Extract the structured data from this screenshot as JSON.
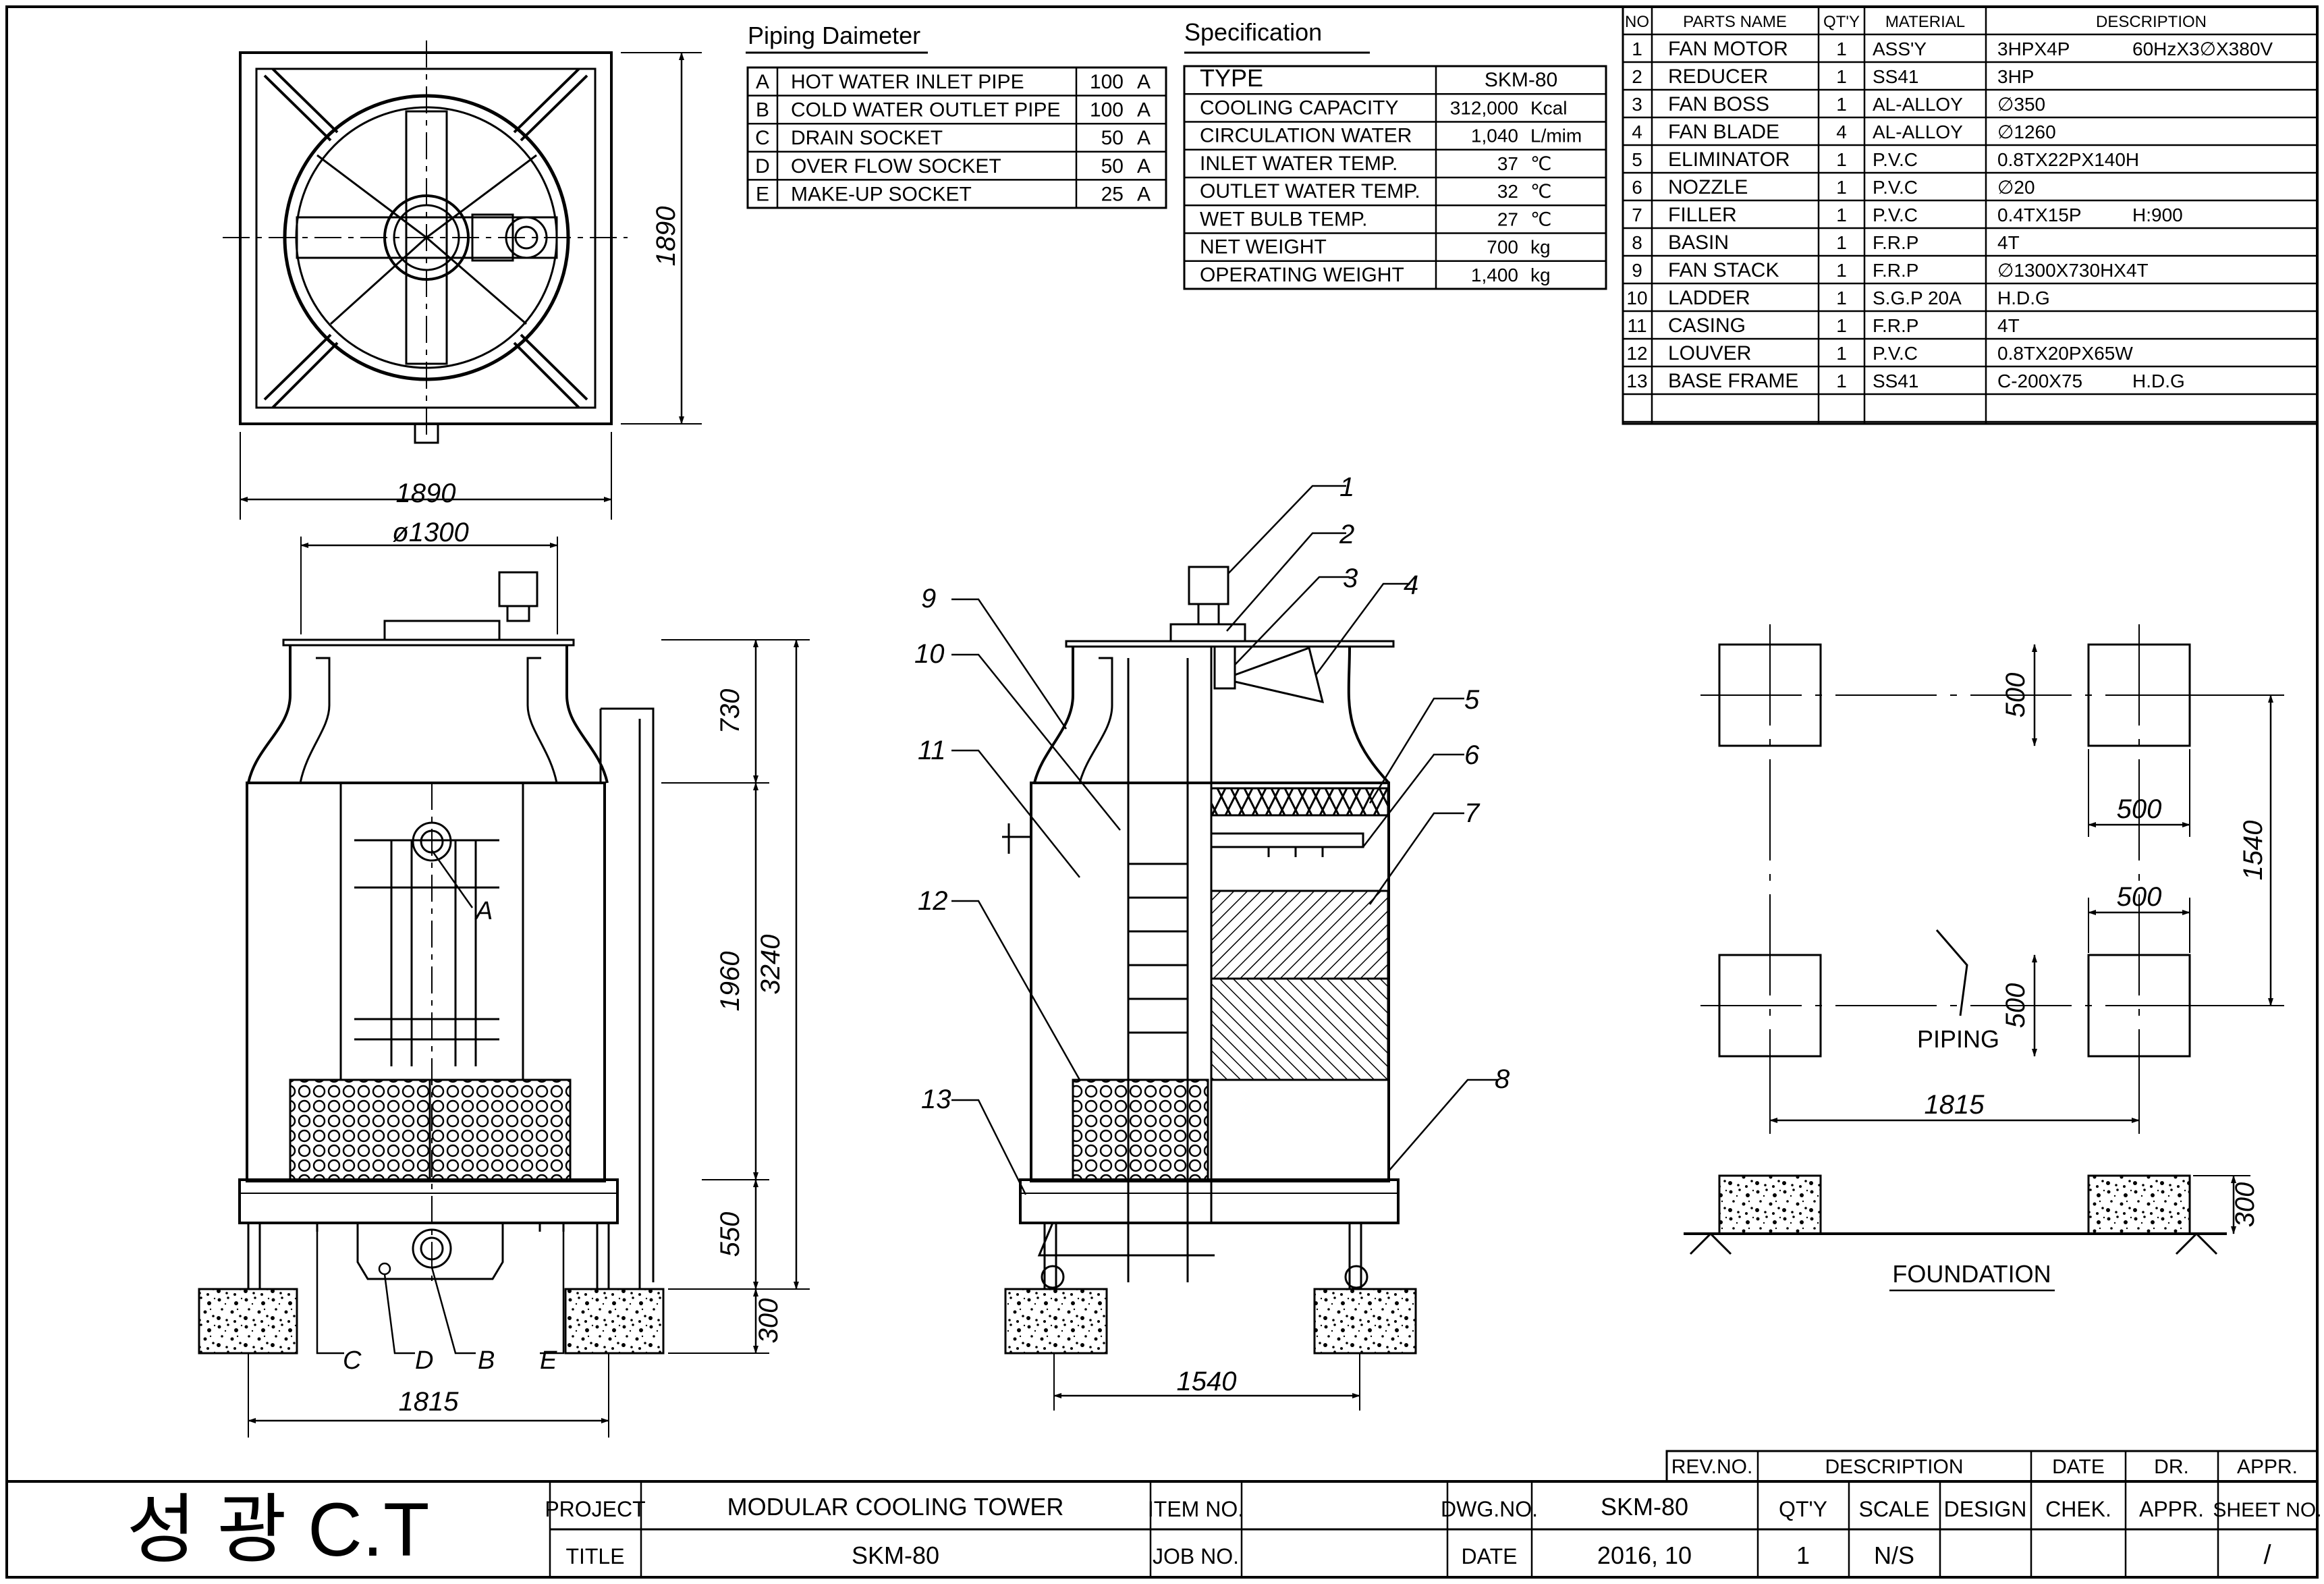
{
  "piping": {
    "title": "Piping Daimeter",
    "rows": [
      {
        "code": "A",
        "name": "HOT WATER INLET PIPE",
        "size": "100",
        "unit": "A"
      },
      {
        "code": "B",
        "name": "COLD WATER OUTLET PIPE",
        "size": "100",
        "unit": "A"
      },
      {
        "code": "C",
        "name": "DRAIN SOCKET",
        "size": "50",
        "unit": "A"
      },
      {
        "code": "D",
        "name": "OVER FLOW SOCKET",
        "size": "50",
        "unit": "A"
      },
      {
        "code": "E",
        "name": "MAKE-UP SOCKET",
        "size": "25",
        "unit": "A"
      }
    ]
  },
  "spec": {
    "title": "Specification",
    "rows": [
      {
        "label": "TYPE",
        "value": "SKM-80",
        "unit": ""
      },
      {
        "label": "COOLING CAPACITY",
        "value": "312,000",
        "unit": "Kcal"
      },
      {
        "label": "CIRCULATION WATER",
        "value": "1,040",
        "unit": "L/mim"
      },
      {
        "label": "INLET WATER TEMP.",
        "value": "37",
        "unit": "℃"
      },
      {
        "label": "OUTLET WATER TEMP.",
        "value": "32",
        "unit": "℃"
      },
      {
        "label": "WET BULB TEMP.",
        "value": "27",
        "unit": "℃"
      },
      {
        "label": "NET WEIGHT",
        "value": "700",
        "unit": "kg"
      },
      {
        "label": "OPERATING WEIGHT",
        "value": "1,400",
        "unit": "kg"
      }
    ]
  },
  "parts": {
    "headers": [
      "NO",
      "PARTS NAME",
      "QT'Y",
      "MATERIAL",
      "DESCRIPTION"
    ],
    "rows": [
      {
        "no": "1",
        "name": "FAN MOTOR",
        "qty": "1",
        "material": "ASS'Y",
        "d1": "3HPX4P",
        "d2": "60HzX3∅X380V"
      },
      {
        "no": "2",
        "name": "REDUCER",
        "qty": "1",
        "material": "SS41",
        "d1": "3HP",
        "d2": ""
      },
      {
        "no": "3",
        "name": "FAN BOSS",
        "qty": "1",
        "material": "AL-ALLOY",
        "d1": "∅350",
        "d2": ""
      },
      {
        "no": "4",
        "name": "FAN BLADE",
        "qty": "4",
        "material": "AL-ALLOY",
        "d1": "∅1260",
        "d2": ""
      },
      {
        "no": "5",
        "name": "ELIMINATOR",
        "qty": "1",
        "material": "P.V.C",
        "d1": "0.8TX22PX140H",
        "d2": ""
      },
      {
        "no": "6",
        "name": "NOZZLE",
        "qty": "1",
        "material": "P.V.C",
        "d1": "∅20",
        "d2": ""
      },
      {
        "no": "7",
        "name": "FILLER",
        "qty": "1",
        "material": "P.V.C",
        "d1": "0.4TX15P",
        "d2": "H:900"
      },
      {
        "no": "8",
        "name": "BASIN",
        "qty": "1",
        "material": "F.R.P",
        "d1": "4T",
        "d2": ""
      },
      {
        "no": "9",
        "name": "FAN STACK",
        "qty": "1",
        "material": "F.R.P",
        "d1": "∅1300X730HX4T",
        "d2": ""
      },
      {
        "no": "10",
        "name": "LADDER",
        "qty": "1",
        "material": "S.G.P 20A",
        "d1": "H.D.G",
        "d2": ""
      },
      {
        "no": "11",
        "name": "CASING",
        "qty": "1",
        "material": "F.R.P",
        "d1": "4T",
        "d2": ""
      },
      {
        "no": "12",
        "name": "LOUVER",
        "qty": "1",
        "material": "P.V.C",
        "d1": "0.8TX20PX65W",
        "d2": ""
      },
      {
        "no": "13",
        "name": "BASE FRAME",
        "qty": "1",
        "material": "SS41",
        "d1": "C-200X75",
        "d2": "H.D.G"
      }
    ]
  },
  "dims": {
    "top_width": "1890",
    "top_height": "1890",
    "stack_dia": "ø1300",
    "h730": "730",
    "h1960": "1960",
    "h3240": "3240",
    "h550": "550",
    "h300": "300",
    "base_width": "1815",
    "side_width": "1540",
    "f500a": "500",
    "f500b": "500",
    "f500c": "500",
    "f500d": "500",
    "f1540": "1540",
    "f1815": "1815",
    "f300": "300"
  },
  "labels": {
    "pipe_a": "A",
    "pipe_b": "B",
    "pipe_c": "C",
    "pipe_d": "D",
    "pipe_e": "E",
    "piping": "PIPING",
    "foundation": "FOUNDATION",
    "callouts": [
      "1",
      "2",
      "3",
      "4",
      "5",
      "6",
      "7",
      "8",
      "9",
      "10",
      "11",
      "12",
      "13"
    ]
  },
  "titleblock": {
    "logo": "성  광  C.T",
    "project_label": "PROJECT",
    "project_value": "MODULAR COOLING TOWER",
    "title_label": "TITLE",
    "title_value": "SKM-80",
    "item_label": "ITEM NO.",
    "job_label": "JOB NO.",
    "dwg_label": "DWG.NO.",
    "dwg_value": "SKM-80",
    "date_label": "DATE",
    "date_value": "2016, 10",
    "rev_no": "REV.NO.",
    "rev_desc": "DESCRIPTION",
    "rev_date": "DATE",
    "rev_dr": "DR.",
    "rev_appr": "APPR.",
    "qty_label": "QT'Y",
    "qty_value": "1",
    "scale_label": "SCALE",
    "scale_value": "N/S",
    "design": "DESIGN",
    "chek": "CHEK.",
    "appr": "APPR.",
    "sheet_label": "SHEET NO.",
    "sheet_value": "/"
  }
}
